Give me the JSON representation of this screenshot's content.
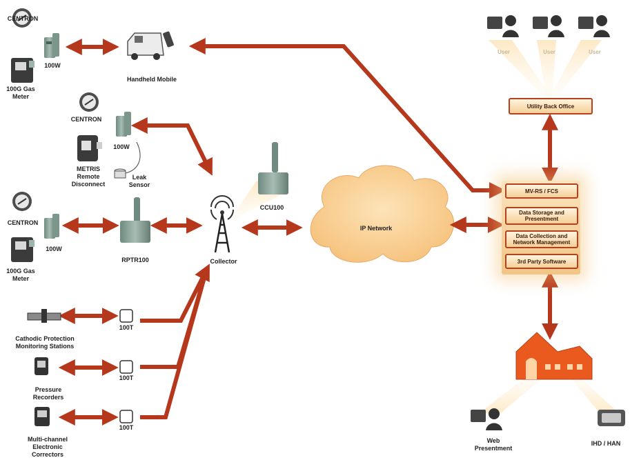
{
  "colors": {
    "arrow": "#b5381d",
    "arrow_dark": "#7a2412",
    "box_border": "#b3401f",
    "box_fill": "#f8dbab",
    "cloud_fill": "#fbd49a",
    "device_green": "#8aa39a",
    "house": "#ea5a1f"
  },
  "left": {
    "row1": {
      "meter": "CENTRON",
      "module": "100W",
      "gas": "100G Gas\nMeter",
      "handheld": "Handheld Mobile"
    },
    "row2": {
      "meter": "CENTRON",
      "module": "100W",
      "metris": "METRIS\nRemote\nDisconnect",
      "sensor": "Leak\nSensor"
    },
    "row3": {
      "meter": "CENTRON",
      "module": "100W",
      "repeater": "RPTR100",
      "gas": "100G Gas\nMeter"
    },
    "row4": {
      "device": "Cathodic Protection\nMonitoring Stations",
      "module": "100T"
    },
    "row5": {
      "device": "Pressure\nRecorders",
      "module": "100T"
    },
    "row6": {
      "device": "Multi-channel\nElectronic\nCorrectors",
      "module": "100T"
    }
  },
  "center": {
    "collector": "Collector",
    "ccu": "CCU100",
    "network": "IP Network"
  },
  "right": {
    "users": [
      "User",
      "User",
      "User"
    ],
    "back_office": "Utility Back Office",
    "stack": [
      "MV-RS / FCS",
      "Data Storage and\nPresentment",
      "Data Collection and\nNetwork Management",
      "3rd Party Software"
    ],
    "web": "Web\nPresentment",
    "ihd": "IHD / HAN"
  }
}
